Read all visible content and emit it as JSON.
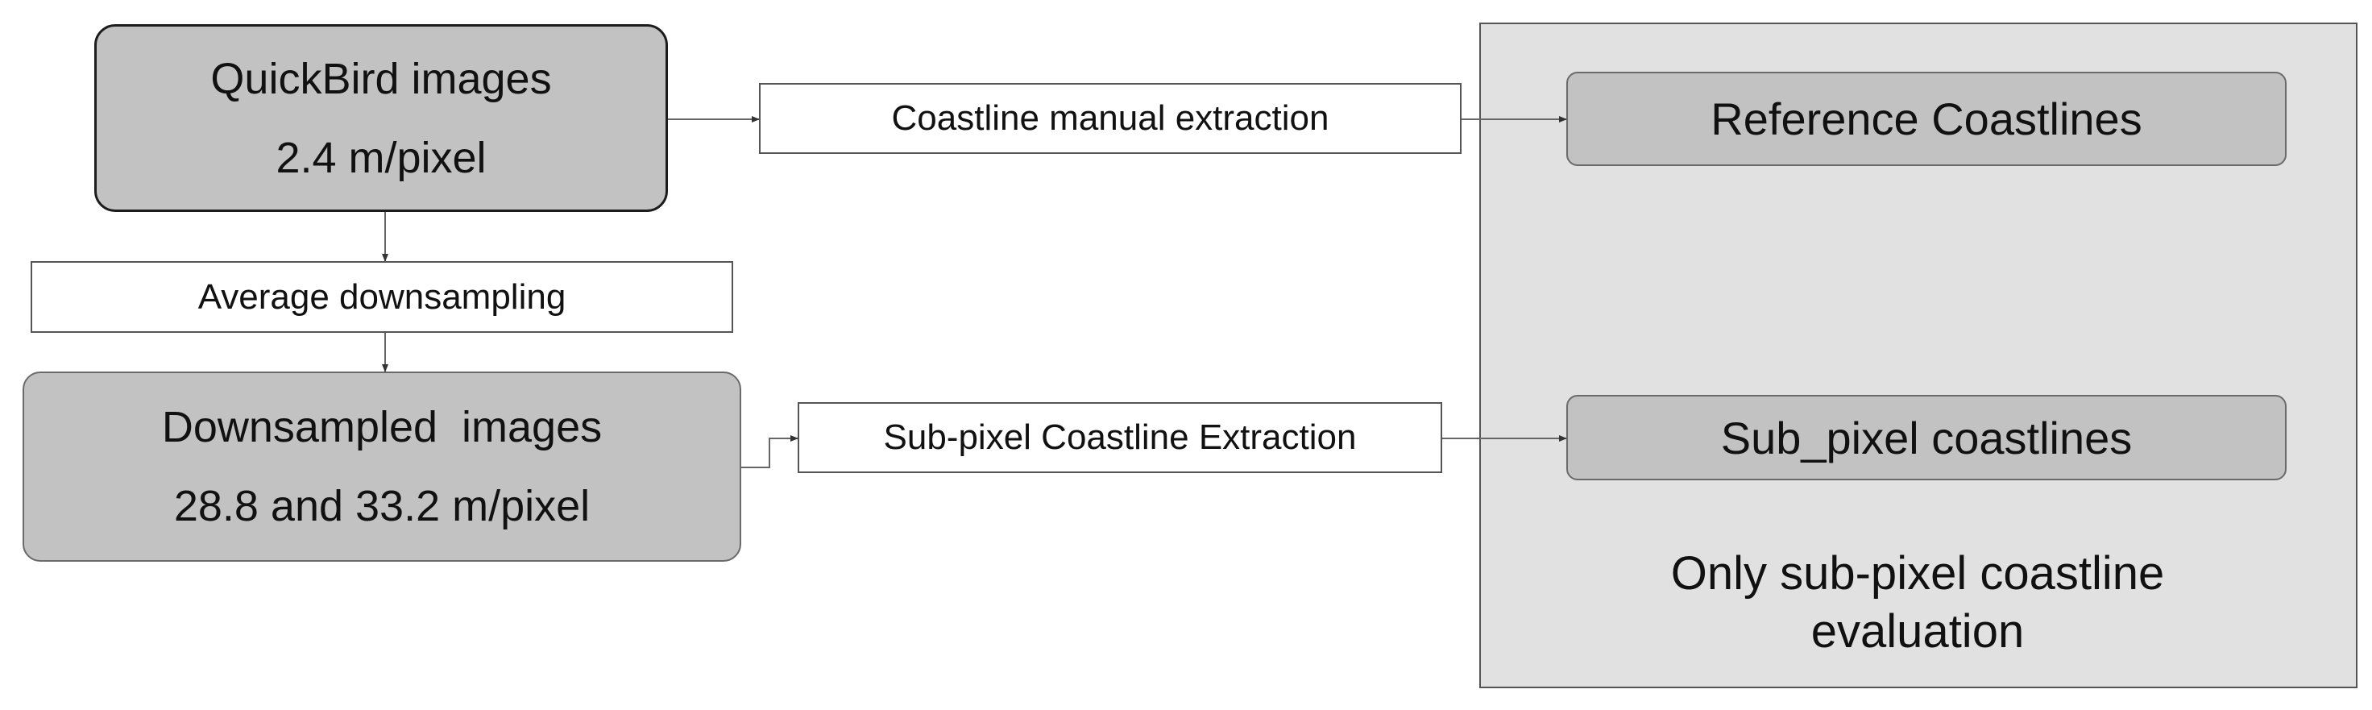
{
  "source_box": {
    "line1": "QuickBird images",
    "line2": "2.4 m/pixel"
  },
  "manual_extraction": {
    "label": "Coastline manual extraction"
  },
  "average_downsampling": {
    "label": "Average downsampling"
  },
  "downsampled_box": {
    "line1": "Downsampled  images",
    "line2": "28.8 and 33.2 m/pixel"
  },
  "subpixel_extraction": {
    "label": "Sub-pixel Coastline Extraction"
  },
  "evaluation_panel": {
    "reference_label": "Reference Coastlines",
    "subpixel_label": "Sub_pixel coastlines",
    "note_line1": "Only sub-pixel coastline",
    "note_line2": "evaluation"
  },
  "colors": {
    "box_fill": "#c2c2c2",
    "panel_fill": "#e1e1e1",
    "process_fill": "#ffffff",
    "border": "#555555"
  }
}
